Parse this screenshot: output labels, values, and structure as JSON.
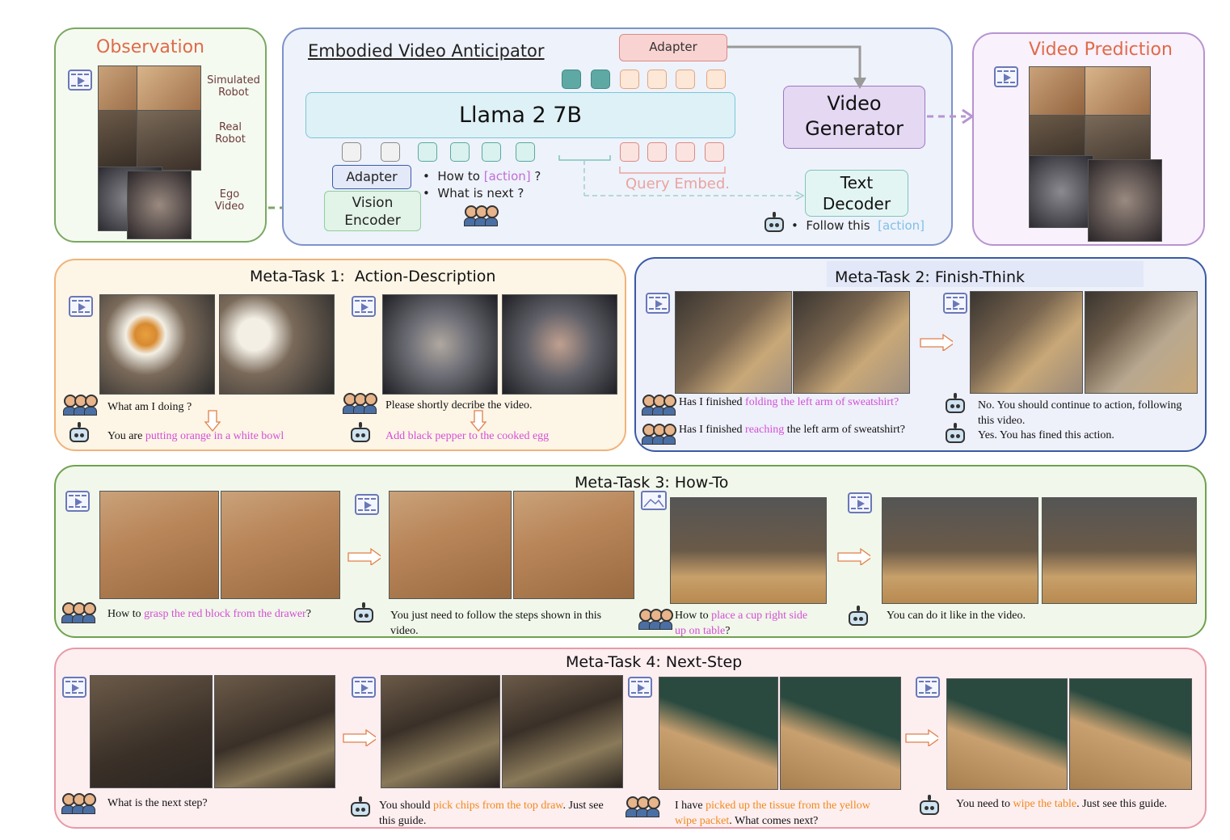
{
  "observation": {
    "title": "Observation",
    "labels": [
      "Simulated Robot",
      "Real Robot",
      "Ego Video"
    ]
  },
  "anticipator": {
    "title": "Embodied Video Anticipator",
    "adapter_top": "Adapter",
    "llm": "Llama 2 7B",
    "adapter_bottom": "Adapter",
    "vision_encoder": "Vision Encoder",
    "questions": [
      "How to",
      "[action]",
      "?",
      "What is next ?"
    ],
    "query_embed": "Query Embed.",
    "text_decoder": "Text Decoder",
    "follow": "Follow this",
    "follow_action": "[action]",
    "video_generator": "Video Generator"
  },
  "video_prediction": {
    "title": "Video Prediction"
  },
  "meta1": {
    "title": "Meta-Task 1:  Action-Description",
    "q1": "What am I doing ?",
    "a1_pre": "You are ",
    "a1_hl": "putting orange in a white bowl",
    "q2": "Please shortly decribe the video.",
    "a2_hl": "Add black pepper to the cooked egg"
  },
  "meta2": {
    "title": "Meta-Task 2: Finish-Think",
    "q1_pre": "Has I finished ",
    "q1_hl": "folding the left arm of sweatshirt?",
    "q2_pre": "Has I finished ",
    "q2_hl": "reaching",
    "q2_post": " the left arm of sweatshirt?",
    "a1": "No. You should continue to action, following this video.",
    "a2": "Yes. You has fined this action."
  },
  "meta3": {
    "title": "Meta-Task 3: How-To",
    "q1_pre": "How to ",
    "q1_hl": "grasp the red block from the drawer",
    "q1_post": "?",
    "a1": "You just need to follow the steps shown in this video.",
    "q2_pre": "How to ",
    "q2_hl": "place a cup right side up on table",
    "q2_post": "?",
    "a2": "You can do it like in the video."
  },
  "meta4": {
    "title": "Meta-Task 4: Next-Step",
    "q1": "What is the next step?",
    "a1_pre": "You should ",
    "a1_hl": "pick chips from the top draw",
    "a1_post": ". Just see this guide.",
    "q2_pre": "I have ",
    "q2_hl": "picked up the tissue from the yellow wipe packet",
    "q2_post": ". What comes next?",
    "a2_pre": "You need to ",
    "a2_hl": "wipe the table",
    "a2_post": ".  Just see this guide."
  },
  "colors": {
    "obs_border": "#7aa862",
    "obs_bg": "#f5faf0",
    "eva_border": "#7d93c9",
    "eva_bg": "#eef2fb",
    "pred_border": "#b794d1",
    "pred_bg": "#f9f1fb",
    "m1_border": "#f0b37a",
    "m1_bg": "#fdf5e6",
    "m2_border": "#3a5aa5",
    "m2_bg": "#eef0fa",
    "m3_border": "#6fa24e",
    "m3_bg": "#f1f7ea",
    "m4_border": "#e89aa6",
    "m4_bg": "#fdeef0",
    "highlight_magenta": "#d34fd6",
    "highlight_orange": "#f08a1a"
  }
}
